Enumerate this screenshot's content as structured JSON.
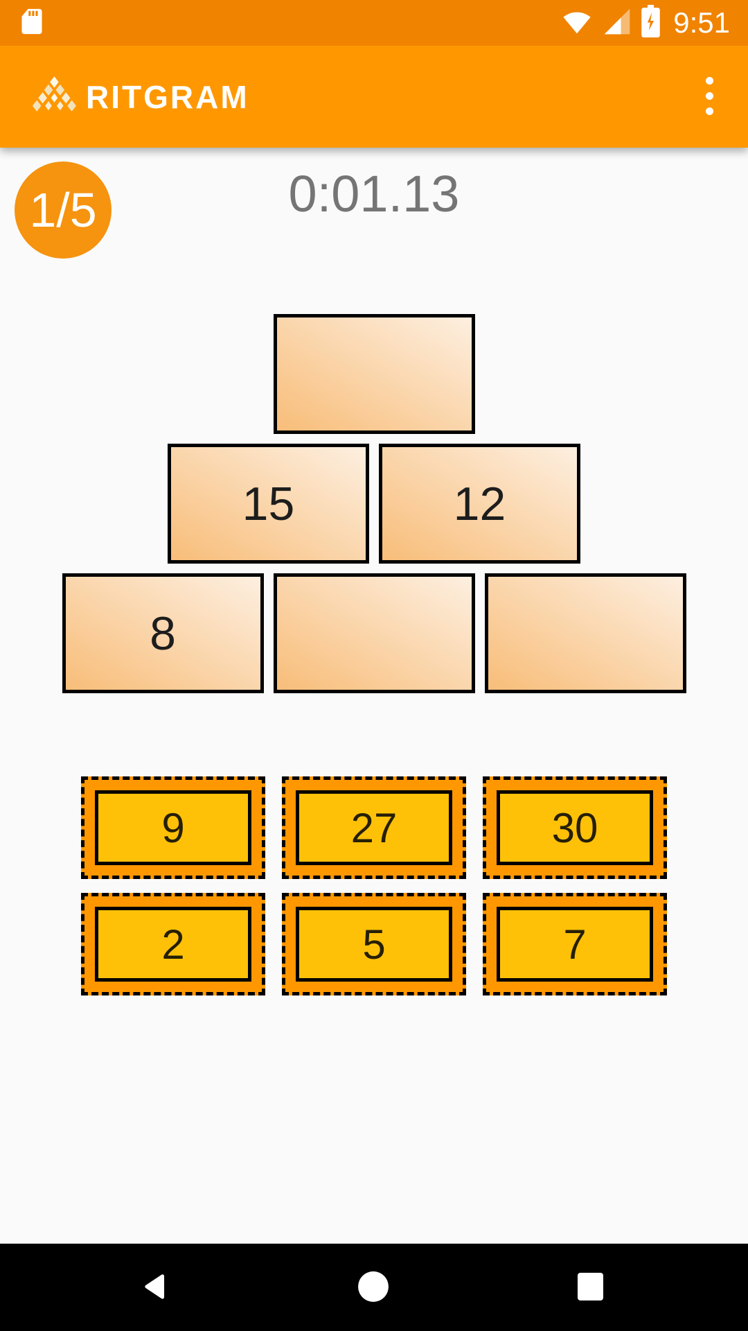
{
  "status_bar": {
    "time": "9:51",
    "icons": [
      "sd-card",
      "wifi",
      "cellular-signal",
      "battery-charging"
    ]
  },
  "app_bar": {
    "title": "RITGRAM",
    "logo_icon": "aritgram-a-diamond-logo",
    "menu_icon": "overflow-menu"
  },
  "game": {
    "progress_badge": "1/5",
    "timer": "0:01.13",
    "pyramid": {
      "rows": [
        [
          ""
        ],
        [
          "15",
          "12"
        ],
        [
          "8",
          "",
          ""
        ]
      ]
    },
    "tiles": {
      "rows": [
        [
          "9",
          "27",
          "30"
        ],
        [
          "2",
          "5",
          "7"
        ]
      ]
    }
  },
  "nav_bar": {
    "icons": [
      "back",
      "home",
      "recents"
    ]
  },
  "colors": {
    "status_bar": "#F08300",
    "app_bar": "#FF9800",
    "badge": "#F6930F",
    "timer_text": "#757575",
    "pyramid_gradient_start": "#F8BD79",
    "pyramid_gradient_end": "#FDEFE0",
    "tile_outer": "#FF9800",
    "tile_inner": "#FFC107",
    "background": "#FAFAFA",
    "nav_bar": "#000000"
  }
}
